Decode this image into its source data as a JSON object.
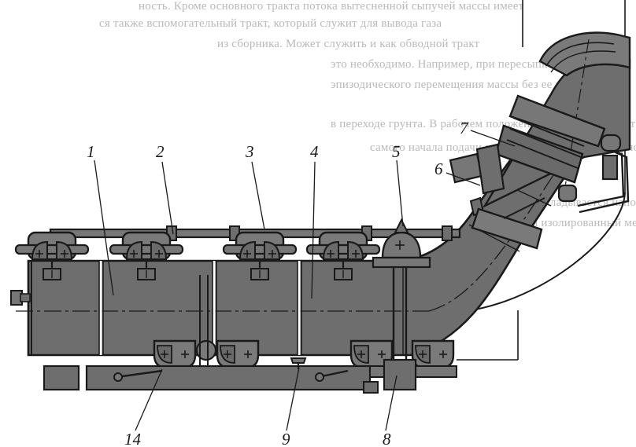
{
  "background_text": [
    "ность. Кроме основного тракта потока вытесненной сыпучей массы имеет",
    "ся также вспомогательный тракт, который служит для вывода газа",
    "из сборника. Может служить и как обводной тракт",
    "это необходимо. Например, при пересыпке через это",
    "эпизодического перемещения массы без ее хранения",
    "в переходе грунта. В рабочем положении он изолирован от атмосферы. С",
    "самого начала подачи в рабочее положение напорной трубы вытеснения",
    "на аппарат выкладывается напорный аккумулятор. С этой целью на",
    "отвода изолированный механизм с"
  ],
  "callouts": {
    "c1": "1",
    "c2": "2",
    "c3": "3",
    "c4": "4",
    "c5": "5",
    "c6": "6",
    "c7": "7",
    "c8": "8",
    "c9": "9",
    "c14": "14"
  },
  "colors": {
    "body_fill": "#6e6e6e",
    "line": "#1a1a1a",
    "bracket_fill": "#7a7a7a",
    "background_text": "#b9b9b9"
  }
}
